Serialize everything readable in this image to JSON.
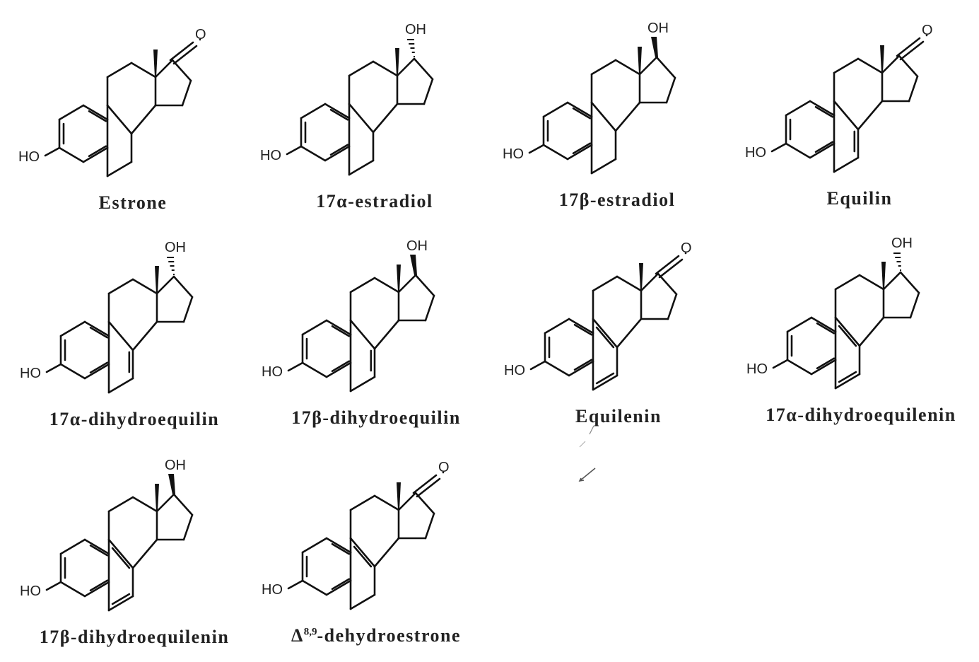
{
  "figure": {
    "compounds": [
      {
        "name": "Estrone",
        "c17": "ketone",
        "ring_b": "saturated"
      },
      {
        "name": "17α-estradiol",
        "c17": "oh-alpha",
        "ring_b": "saturated"
      },
      {
        "name": "17β-estradiol",
        "c17": "oh-beta",
        "ring_b": "saturated"
      },
      {
        "name": "Equilin",
        "c17": "ketone",
        "ring_b": "delta7"
      },
      {
        "name": "17α-dihydroequilin",
        "c17": "oh-alpha",
        "ring_b": "delta7"
      },
      {
        "name": "17β-dihydroequilin",
        "c17": "oh-beta",
        "ring_b": "delta7"
      },
      {
        "name": "Equilenin",
        "c17": "ketone",
        "ring_b": "aromatic"
      },
      {
        "name": "17α-dihydroequilenin",
        "c17": "oh-alpha",
        "ring_b": "aromatic"
      },
      {
        "name": "17β-dihydroequilenin",
        "c17": "oh-beta",
        "ring_b": "aromatic"
      },
      {
        "name_main": "-dehydroestrone",
        "name_prefix": "Δ",
        "name_sup": "8,9",
        "c17": "ketone",
        "ring_b": "delta8"
      }
    ],
    "labels": {
      "hydroxyl": "HO",
      "oh": "OH",
      "oxo": "O"
    }
  }
}
